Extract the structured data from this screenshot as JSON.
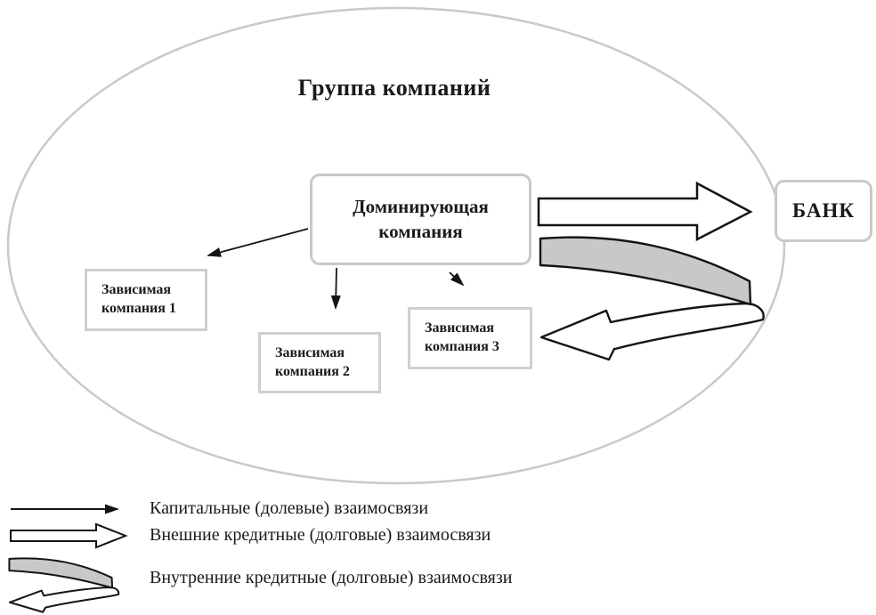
{
  "diagram": {
    "title": "Группа компаний",
    "nodes": {
      "dominant": {
        "label": "Доминирующая компания"
      },
      "dependent1": {
        "label": "Зависимая компания 1"
      },
      "dependent2": {
        "label": "Зависимая компания 2"
      },
      "dependent3": {
        "label": "Зависимая компания 3"
      },
      "bank": {
        "label": "БАНК"
      }
    },
    "edges": [
      {
        "type": "capital",
        "from": "dominant",
        "to": "dependent1"
      },
      {
        "type": "capital",
        "from": "dominant",
        "to": "dependent2"
      },
      {
        "type": "capital",
        "from": "dominant",
        "to": "dependent3"
      },
      {
        "type": "external-credit",
        "from": "dominant",
        "to": "bank"
      },
      {
        "type": "internal-credit",
        "from": "bank-side",
        "to": "dependent3"
      }
    ]
  },
  "legend": {
    "items": [
      {
        "symbol": "thin-arrow",
        "label": "Капитальные (долевые) взаимосвязи"
      },
      {
        "symbol": "block-arrow",
        "label": "Внешние кредитные (долговые) взаимосвязи"
      },
      {
        "symbol": "ribbon-arrow",
        "label": "Внутренние кредитные (долговые) взаимосвязи"
      }
    ]
  },
  "colors": {
    "boundary_gray": "#c9c9c9",
    "ribbon_gray": "#c8c8c8",
    "ink": "#141414",
    "background": "#ffffff"
  }
}
